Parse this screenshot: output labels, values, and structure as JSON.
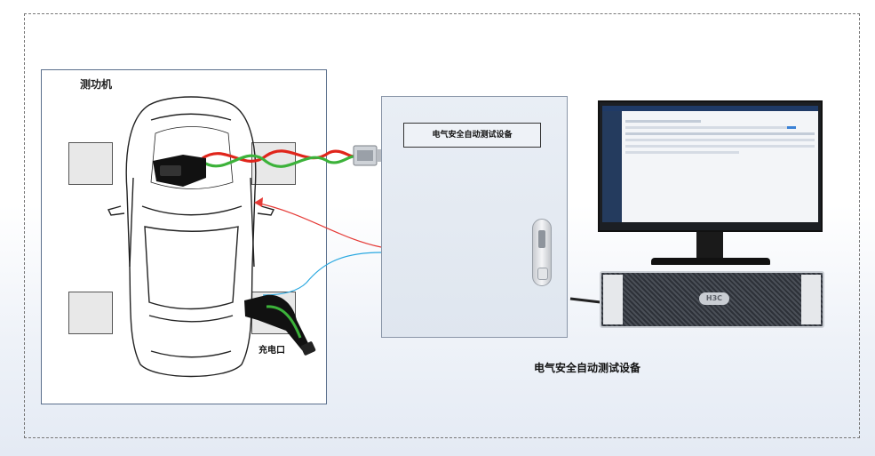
{
  "diagram": {
    "dyno_label": "测功机",
    "charging_port_label": "充电口",
    "cabinet_label": "电气安全自动测试设备",
    "system_caption": "电气安全自动测试设备",
    "server_logo": "H3C"
  },
  "colors": {
    "cable_red": "#e0251b",
    "cable_green": "#3cb23a",
    "signal_red": "#e53935",
    "signal_blue": "#29a8e0",
    "frame_border": "#777777",
    "dyno_border": "#5a6f8c"
  },
  "icons": {
    "car_top_view": "car-topview-icon",
    "obd_connector": "obd-connector-icon",
    "charging_gun": "charging-gun-icon",
    "car_side_view": "car-side-icon",
    "cable_plug": "cable-plug-icon",
    "monitor": "monitor-icon",
    "server": "server-icon"
  }
}
